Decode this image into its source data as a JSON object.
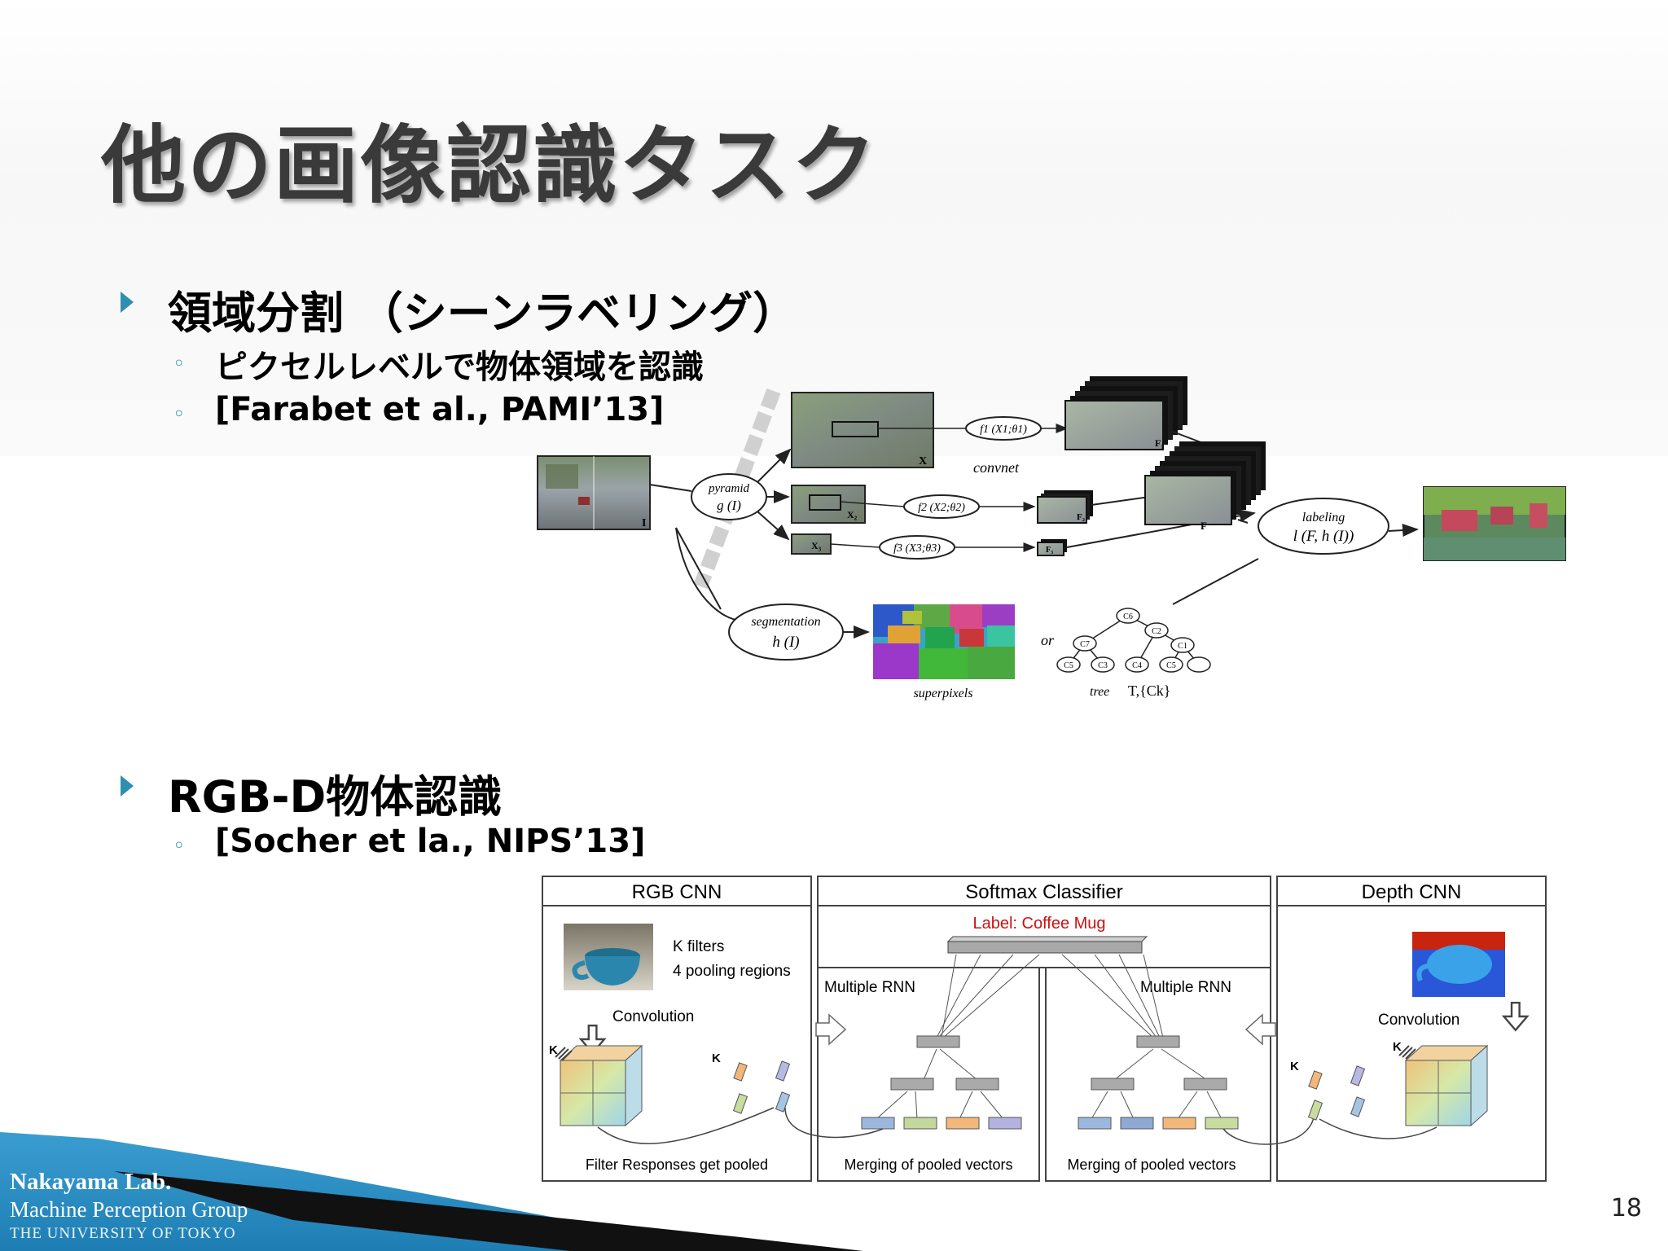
{
  "slide": {
    "title": "他の画像認識タスク",
    "page_number": "18"
  },
  "section1": {
    "heading": "領域分割 （シーンラベリング）",
    "sub1": "ピクセルレベルで物体領域を認識",
    "sub2": "[Farabet et al., PAMI’13]",
    "figure": {
      "pyramid_1": "pyramid",
      "pyramid_2": "g (I)",
      "conv1": "f1 (X1;θ1)",
      "conv2": "f2 (X2;θ2)",
      "conv3": "f3 (X3;θ3)",
      "convnet": "convnet",
      "labeling_1": "labeling",
      "labeling_2": "l (F, h (I))",
      "segmentation_1": "segmentation",
      "segmentation_2": "h (I)",
      "superpixels": "superpixels",
      "or": "or",
      "tree": "tree",
      "tree_set": "T,{Ck}",
      "label_I": "I",
      "label_X": "X",
      "label_X2": "X₂",
      "label_X3": "X₃",
      "label_F": "F",
      "label_F1": "F₁",
      "label_F2": "F₂",
      "label_F3": "F₃",
      "tree_nodes": [
        "C6",
        "C2",
        "C7",
        "C1",
        "C5",
        "C3",
        "C4",
        "C5"
      ]
    }
  },
  "section2": {
    "heading": "RGB-D物体認識",
    "sub1": "[Socher et la., NIPS’13]",
    "figure": {
      "rgb_title": "RGB CNN",
      "softmax_title": "Softmax Classifier",
      "depth_title": "Depth CNN",
      "label_text": "Label: Coffee Mug",
      "k_filters": "K filters",
      "pooling_regions": "4 pooling regions",
      "convolution_left": "Convolution",
      "convolution_right": "Convolution",
      "multiple_rnn_left": "Multiple RNN",
      "multiple_rnn_right": "Multiple RNN",
      "filter_responses": "Filter Responses get pooled",
      "merging_left": "Merging of pooled vectors",
      "merging_right": "Merging of pooled vectors",
      "k": "K",
      "label_color": "#cc1111"
    }
  },
  "footer": {
    "lab": "Nakayama Lab.",
    "group": "Machine Perception Group",
    "university": "THE UNIVERSITY OF TOKYO"
  },
  "colors": {
    "accent": "#2e8fb0",
    "footer_blue": "#2a8cc0"
  }
}
